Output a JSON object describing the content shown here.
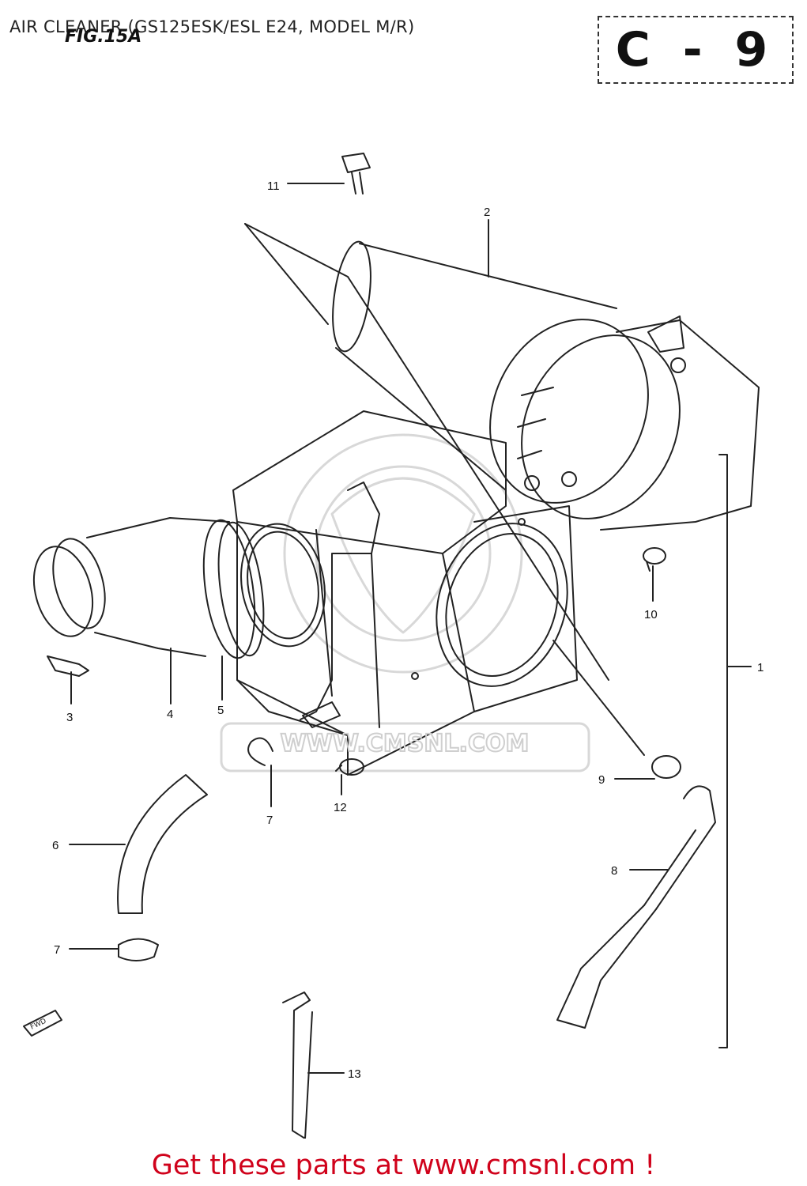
{
  "title": "AIR CLEANER (GS125ESK/ESL E24, MODEL M/R)",
  "figure_label": "FIG.15A",
  "page_code": "C - 9",
  "watermark": "WWW.CMSNL.COM",
  "fwd_label": "FWD",
  "footer": "Get these parts at www.cmsnl.com !",
  "callouts": [
    {
      "id": "c11",
      "text": "11"
    },
    {
      "id": "c2",
      "text": "2"
    },
    {
      "id": "c10",
      "text": "10"
    },
    {
      "id": "c1",
      "text": "1"
    },
    {
      "id": "c3",
      "text": "3"
    },
    {
      "id": "c4",
      "text": "4"
    },
    {
      "id": "c5",
      "text": "5"
    },
    {
      "id": "c7a",
      "text": "7"
    },
    {
      "id": "c12",
      "text": "12"
    },
    {
      "id": "c9",
      "text": "9"
    },
    {
      "id": "c6",
      "text": "6"
    },
    {
      "id": "c8",
      "text": "8"
    },
    {
      "id": "c7b",
      "text": "7"
    },
    {
      "id": "c13",
      "text": "13"
    }
  ]
}
